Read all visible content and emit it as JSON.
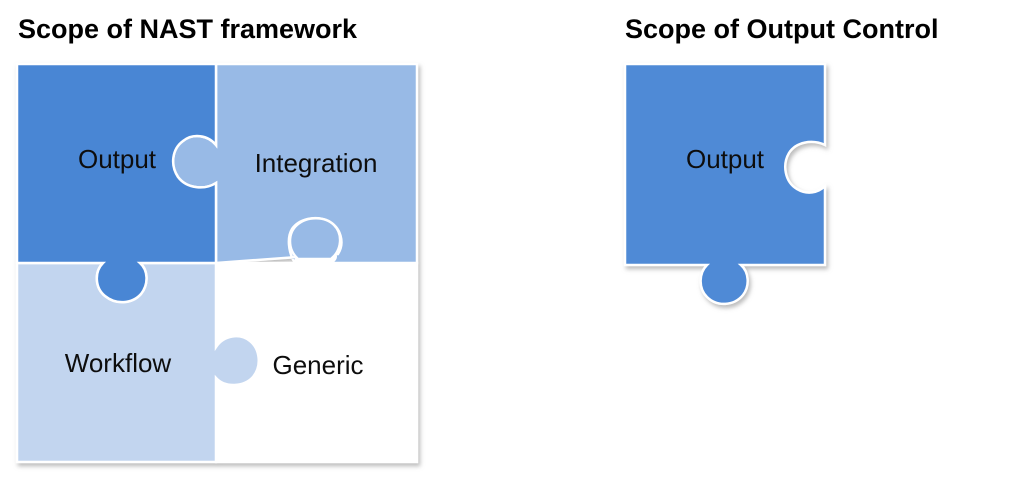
{
  "titles": {
    "nast_scope": "Scope of NAST framework",
    "output_control_scope": "Scope of Output Control"
  },
  "pieces": {
    "output": "Output",
    "integration": "Integration",
    "workflow": "Workflow",
    "generic": "Generic",
    "standalone_output": "Output"
  },
  "colors": {
    "output": "#4a86d4",
    "integration": "#98bae6",
    "workflow": "#c2d5ef",
    "generic": "#ffffff",
    "standalone_output": "#4f8ad6",
    "outline": "#ffffff",
    "shadow": "#b8b8b8"
  }
}
